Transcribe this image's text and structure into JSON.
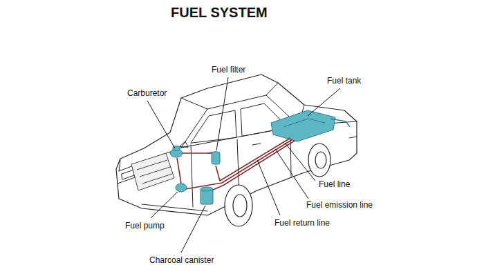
{
  "diagram": {
    "title": "FUEL SYSTEM",
    "labels": [
      "Fuel filter",
      "Carburetor",
      "Fuel tank",
      "Fuel line",
      "Fuel emission line",
      "Fuel return line",
      "Fuel pump",
      "Charcoal canister"
    ]
  }
}
